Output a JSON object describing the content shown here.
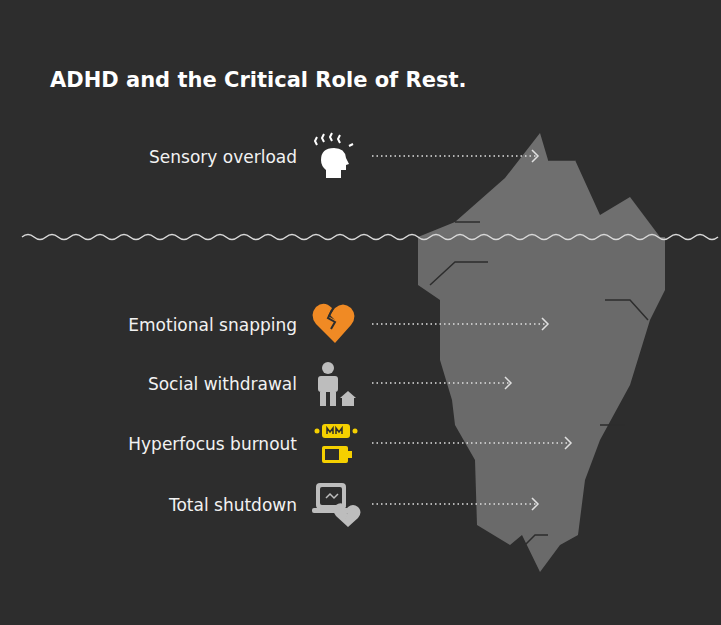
{
  "diagram": {
    "title": "ADHD and the Critical Role of Rest.",
    "labels": [
      "Sensory overload",
      "Emotional snapping",
      "Social withdrawal",
      "Hyperfocus burnout",
      "Total shutdown"
    ]
  }
}
